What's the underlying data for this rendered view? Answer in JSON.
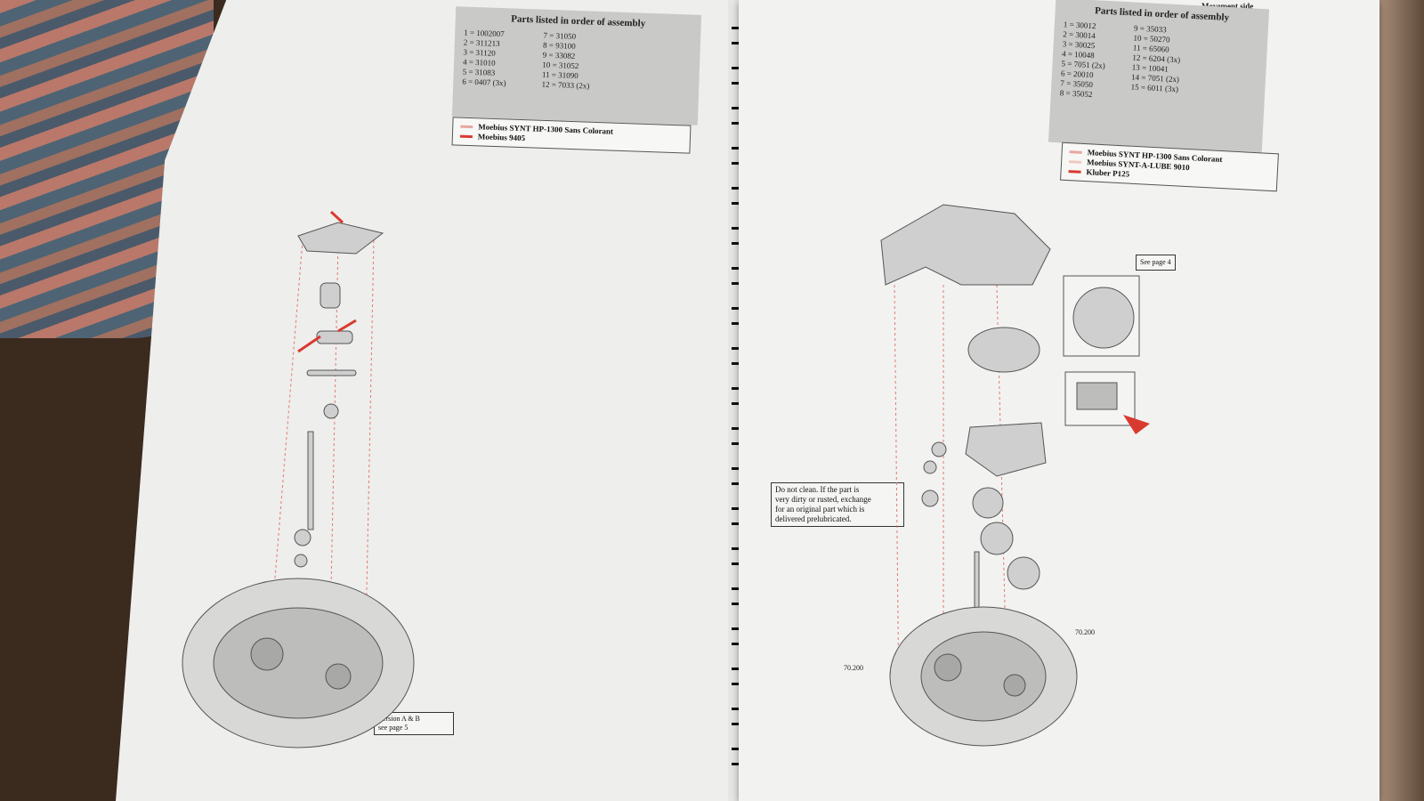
{
  "header": {
    "section_label": "Movement side"
  },
  "left_page": {
    "parts_title": "Parts listed in order of assembly",
    "parts_col1": [
      "1 = 1002007",
      "2 = 311213",
      "3 = 31120",
      "4 = 31010",
      "5 = 31083",
      "6 = 0407 (3x)"
    ],
    "parts_col2": [
      "7 = 31050",
      "8 = 93100",
      "9 = 33082",
      "10 = 31052",
      "11 = 31090",
      "12 = 7033 (2x)"
    ],
    "legend": [
      "Moebius SYNT HP-1300 Sans Colorant",
      "Moebius 9405"
    ],
    "version_label": "Version A & B",
    "version_ref": "see page 5"
  },
  "right_page": {
    "parts_title": "Parts listed in order of assembly",
    "parts_col1": [
      "1 = 30012",
      "2 = 30014",
      "3 = 30025",
      "4 = 10048",
      "5 = 7051 (2x)",
      "6 = 20010",
      "7 = 35050",
      "8 = 35052"
    ],
    "parts_col2": [
      "9 = 35033",
      "10 = 50270",
      "11 = 65060",
      "12 = 6204 (3x)",
      "13 = 10041",
      "14 = 7051 (2x)",
      "15 = 6011 (3x)"
    ],
    "legend": [
      "Moebius SYNT HP-1300 Sans Colorant",
      "Moebius SYNT-A-LUBE 9010",
      "Kluber P125"
    ],
    "see_page": "See page 4",
    "note": [
      "Do not clean. If the part is",
      "very dirty or rusted, exchange",
      "for an original part which is",
      "delivered prelubricated."
    ],
    "label_a": "70.200",
    "label_b": "70.200"
  },
  "colors": {
    "lubricant_red": "#d93a2f",
    "page": "#f2f2f1",
    "gray_box": "#c9c9c7"
  }
}
